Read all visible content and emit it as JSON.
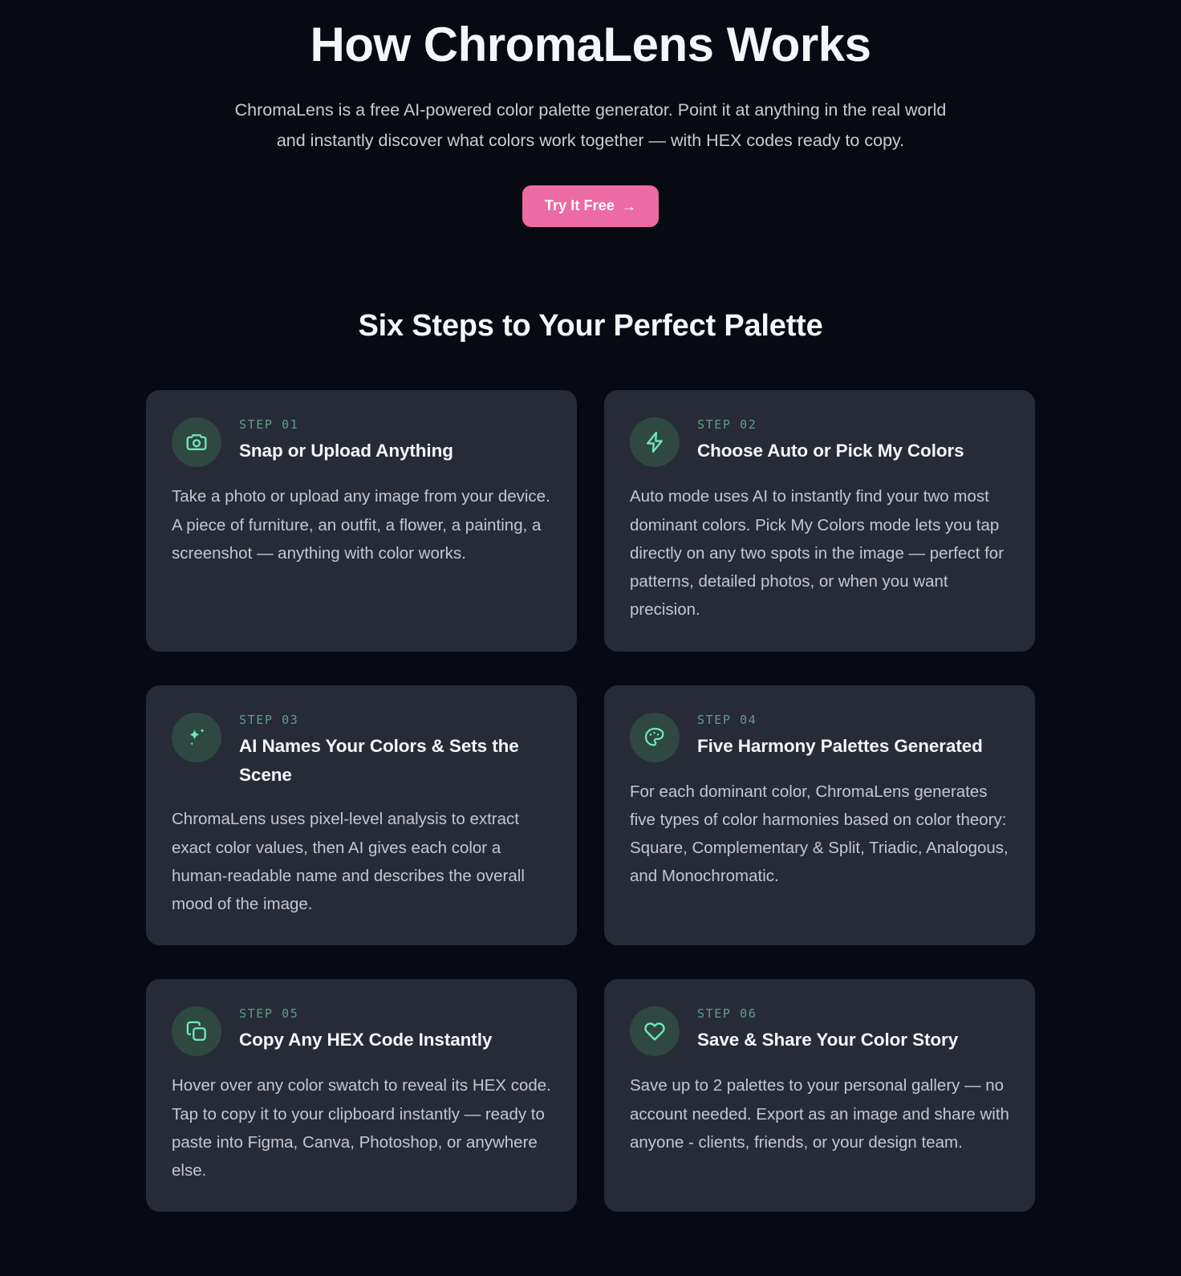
{
  "hero": {
    "title": "How ChromaLens Works",
    "subtitle": "ChromaLens is a free AI-powered color palette generator. Point it at anything in the real world and instantly discover what colors work together — with HEX codes ready to copy.",
    "cta_label": "Try It Free",
    "cta_arrow": "→"
  },
  "section": {
    "heading": "Six Steps to Your Perfect Palette"
  },
  "colors": {
    "page_background": "#070a12",
    "card_background": "#262b37",
    "accent_pink": "#ec6ba4",
    "icon_mint": "#6ee7b7",
    "icon_circle_background": "#2f4841",
    "step_label_green": "#5f9e83",
    "heading_text": "#f4f6fa",
    "body_text": "#c2c7d2"
  },
  "steps": [
    {
      "label": "STEP 01",
      "title": "Snap or Upload Anything",
      "body": "Take a photo or upload any image from your device. A piece of furniture, an outfit, a flower, a painting, a screenshot — anything with color works.",
      "icon": "camera-icon"
    },
    {
      "label": "STEP 02",
      "title": "Choose Auto or Pick My Colors",
      "body": "Auto mode uses AI to instantly find your two most dominant colors. Pick My Colors mode lets you tap directly on any two spots in the image — perfect for patterns, detailed photos, or when you want precision.",
      "icon": "lightning-bolt-icon"
    },
    {
      "label": "STEP 03",
      "title": "AI Names Your Colors & Sets the Scene",
      "body": "ChromaLens uses pixel-level analysis to extract exact color values, then AI gives each color a human-readable name and describes the overall mood of the image.",
      "icon": "sparkles-icon"
    },
    {
      "label": "STEP 04",
      "title": "Five Harmony Palettes Generated",
      "body": "For each dominant color, ChromaLens generates five types of color harmonies based on color theory: Square, Complementary & Split, Triadic, Analogous, and Monochromatic.",
      "icon": "palette-icon"
    },
    {
      "label": "STEP 05",
      "title": "Copy Any HEX Code Instantly",
      "body": "Hover over any color swatch to reveal its HEX code. Tap to copy it to your clipboard instantly — ready to paste into Figma, Canva, Photoshop, or anywhere else.",
      "icon": "copy-icon"
    },
    {
      "label": "STEP 06",
      "title": "Save & Share Your Color Story",
      "body": "Save up to 2 palettes to your personal gallery — no account needed. Export as an image and share with anyone - clients, friends, or your design team.",
      "icon": "heart-icon"
    }
  ]
}
